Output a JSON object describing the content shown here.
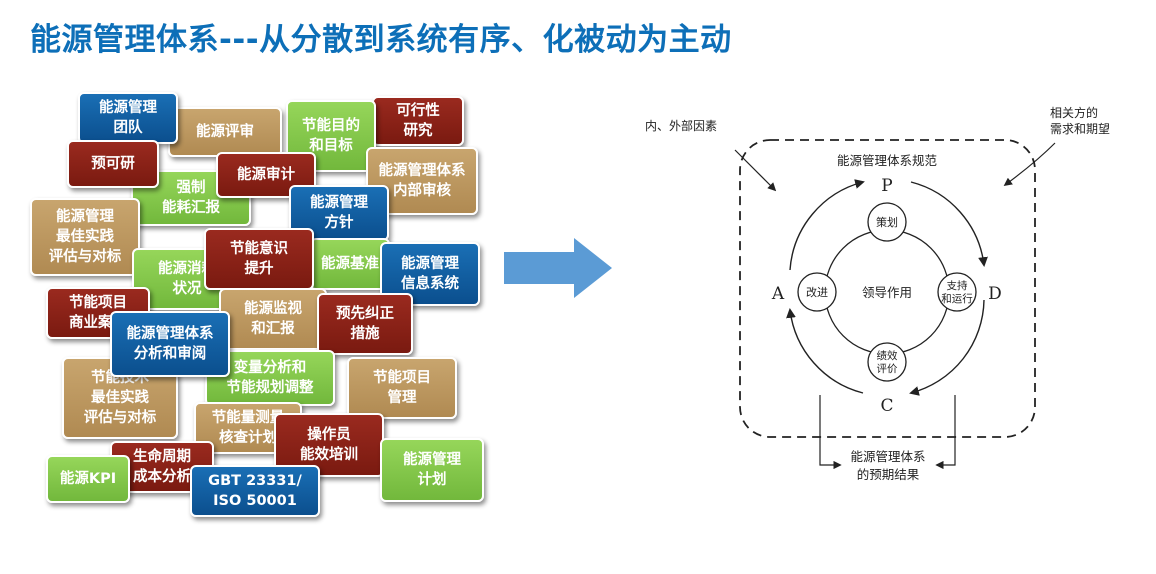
{
  "title": "能源管理体系---从分散到系统有序、化被动为主动",
  "cloud_tags": [
    {
      "id": "t01",
      "text": "能源管理\n团队",
      "color": "blue"
    },
    {
      "id": "t02",
      "text": "能源评审",
      "color": "tan"
    },
    {
      "id": "t03",
      "text": "节能目的\n和目标",
      "color": "green"
    },
    {
      "id": "t04",
      "text": "可行性\n研究",
      "color": "red"
    },
    {
      "id": "t05",
      "text": "预可研",
      "color": "red"
    },
    {
      "id": "t06",
      "text": "能源审计",
      "color": "red"
    },
    {
      "id": "t07",
      "text": "能源管理体系\n内部审核",
      "color": "tan"
    },
    {
      "id": "t08",
      "text": "强制\n能耗汇报",
      "color": "green"
    },
    {
      "id": "t09",
      "text": "能源管理\n方针",
      "color": "blue"
    },
    {
      "id": "t10",
      "text": "能源管理\n最佳实践\n评估与对标",
      "color": "tan"
    },
    {
      "id": "t11",
      "text": "能源消耗\n状况",
      "color": "green"
    },
    {
      "id": "t12",
      "text": "节能意识\n提升",
      "color": "red"
    },
    {
      "id": "t13",
      "text": "能源基准",
      "color": "green"
    },
    {
      "id": "t14",
      "text": "能源管理\n信息系统",
      "color": "blue"
    },
    {
      "id": "t15",
      "text": "节能项目\n商业案例",
      "color": "red"
    },
    {
      "id": "t16",
      "text": "能源监视\n和汇报",
      "color": "tan"
    },
    {
      "id": "t17",
      "text": "预先纠正\n措施",
      "color": "red"
    },
    {
      "id": "t18",
      "text": "能源管理体系\n分析和审阅",
      "color": "blue"
    },
    {
      "id": "t19",
      "text": "节能技术\n最佳实践\n评估与对标",
      "color": "tan"
    },
    {
      "id": "t20",
      "text": "变量分析和\n节能规划调整",
      "color": "green"
    },
    {
      "id": "t21",
      "text": "节能项目\n管理",
      "color": "tan"
    },
    {
      "id": "t22",
      "text": "节能量测量\n核查计划",
      "color": "tan"
    },
    {
      "id": "t23",
      "text": "操作员\n能效培训",
      "color": "red"
    },
    {
      "id": "t24",
      "text": "能源KPI",
      "color": "green"
    },
    {
      "id": "t25",
      "text": "生命周期\n成本分析",
      "color": "red"
    },
    {
      "id": "t26",
      "text": "能源管理\n计划",
      "color": "green"
    },
    {
      "id": "t27",
      "text": "GBT 23331/\nISO 50001",
      "color": "blue"
    }
  ],
  "pdca": {
    "external_factors": "内、外部因素",
    "stakeholder_needs": [
      "相关方的",
      "需求和期望"
    ],
    "system_scope": "能源管理体系规范",
    "center": "领导作用",
    "node_plan": "策划",
    "node_support": [
      "支持",
      "和运行"
    ],
    "node_eval": [
      "绩效",
      "评价"
    ],
    "node_improve": "改进",
    "letter_p": "P",
    "letter_d": "D",
    "letter_c": "C",
    "letter_a": "A",
    "outcome": [
      "能源管理体系",
      "的预期结果"
    ]
  },
  "colors": {
    "title": "#0d6fb8",
    "blue": "#0b4f8e",
    "red": "#7a1a10",
    "tan": "#b08a52",
    "green": "#72b83c",
    "arrow": "#5b9bd5",
    "diagram_line": "#222222"
  }
}
